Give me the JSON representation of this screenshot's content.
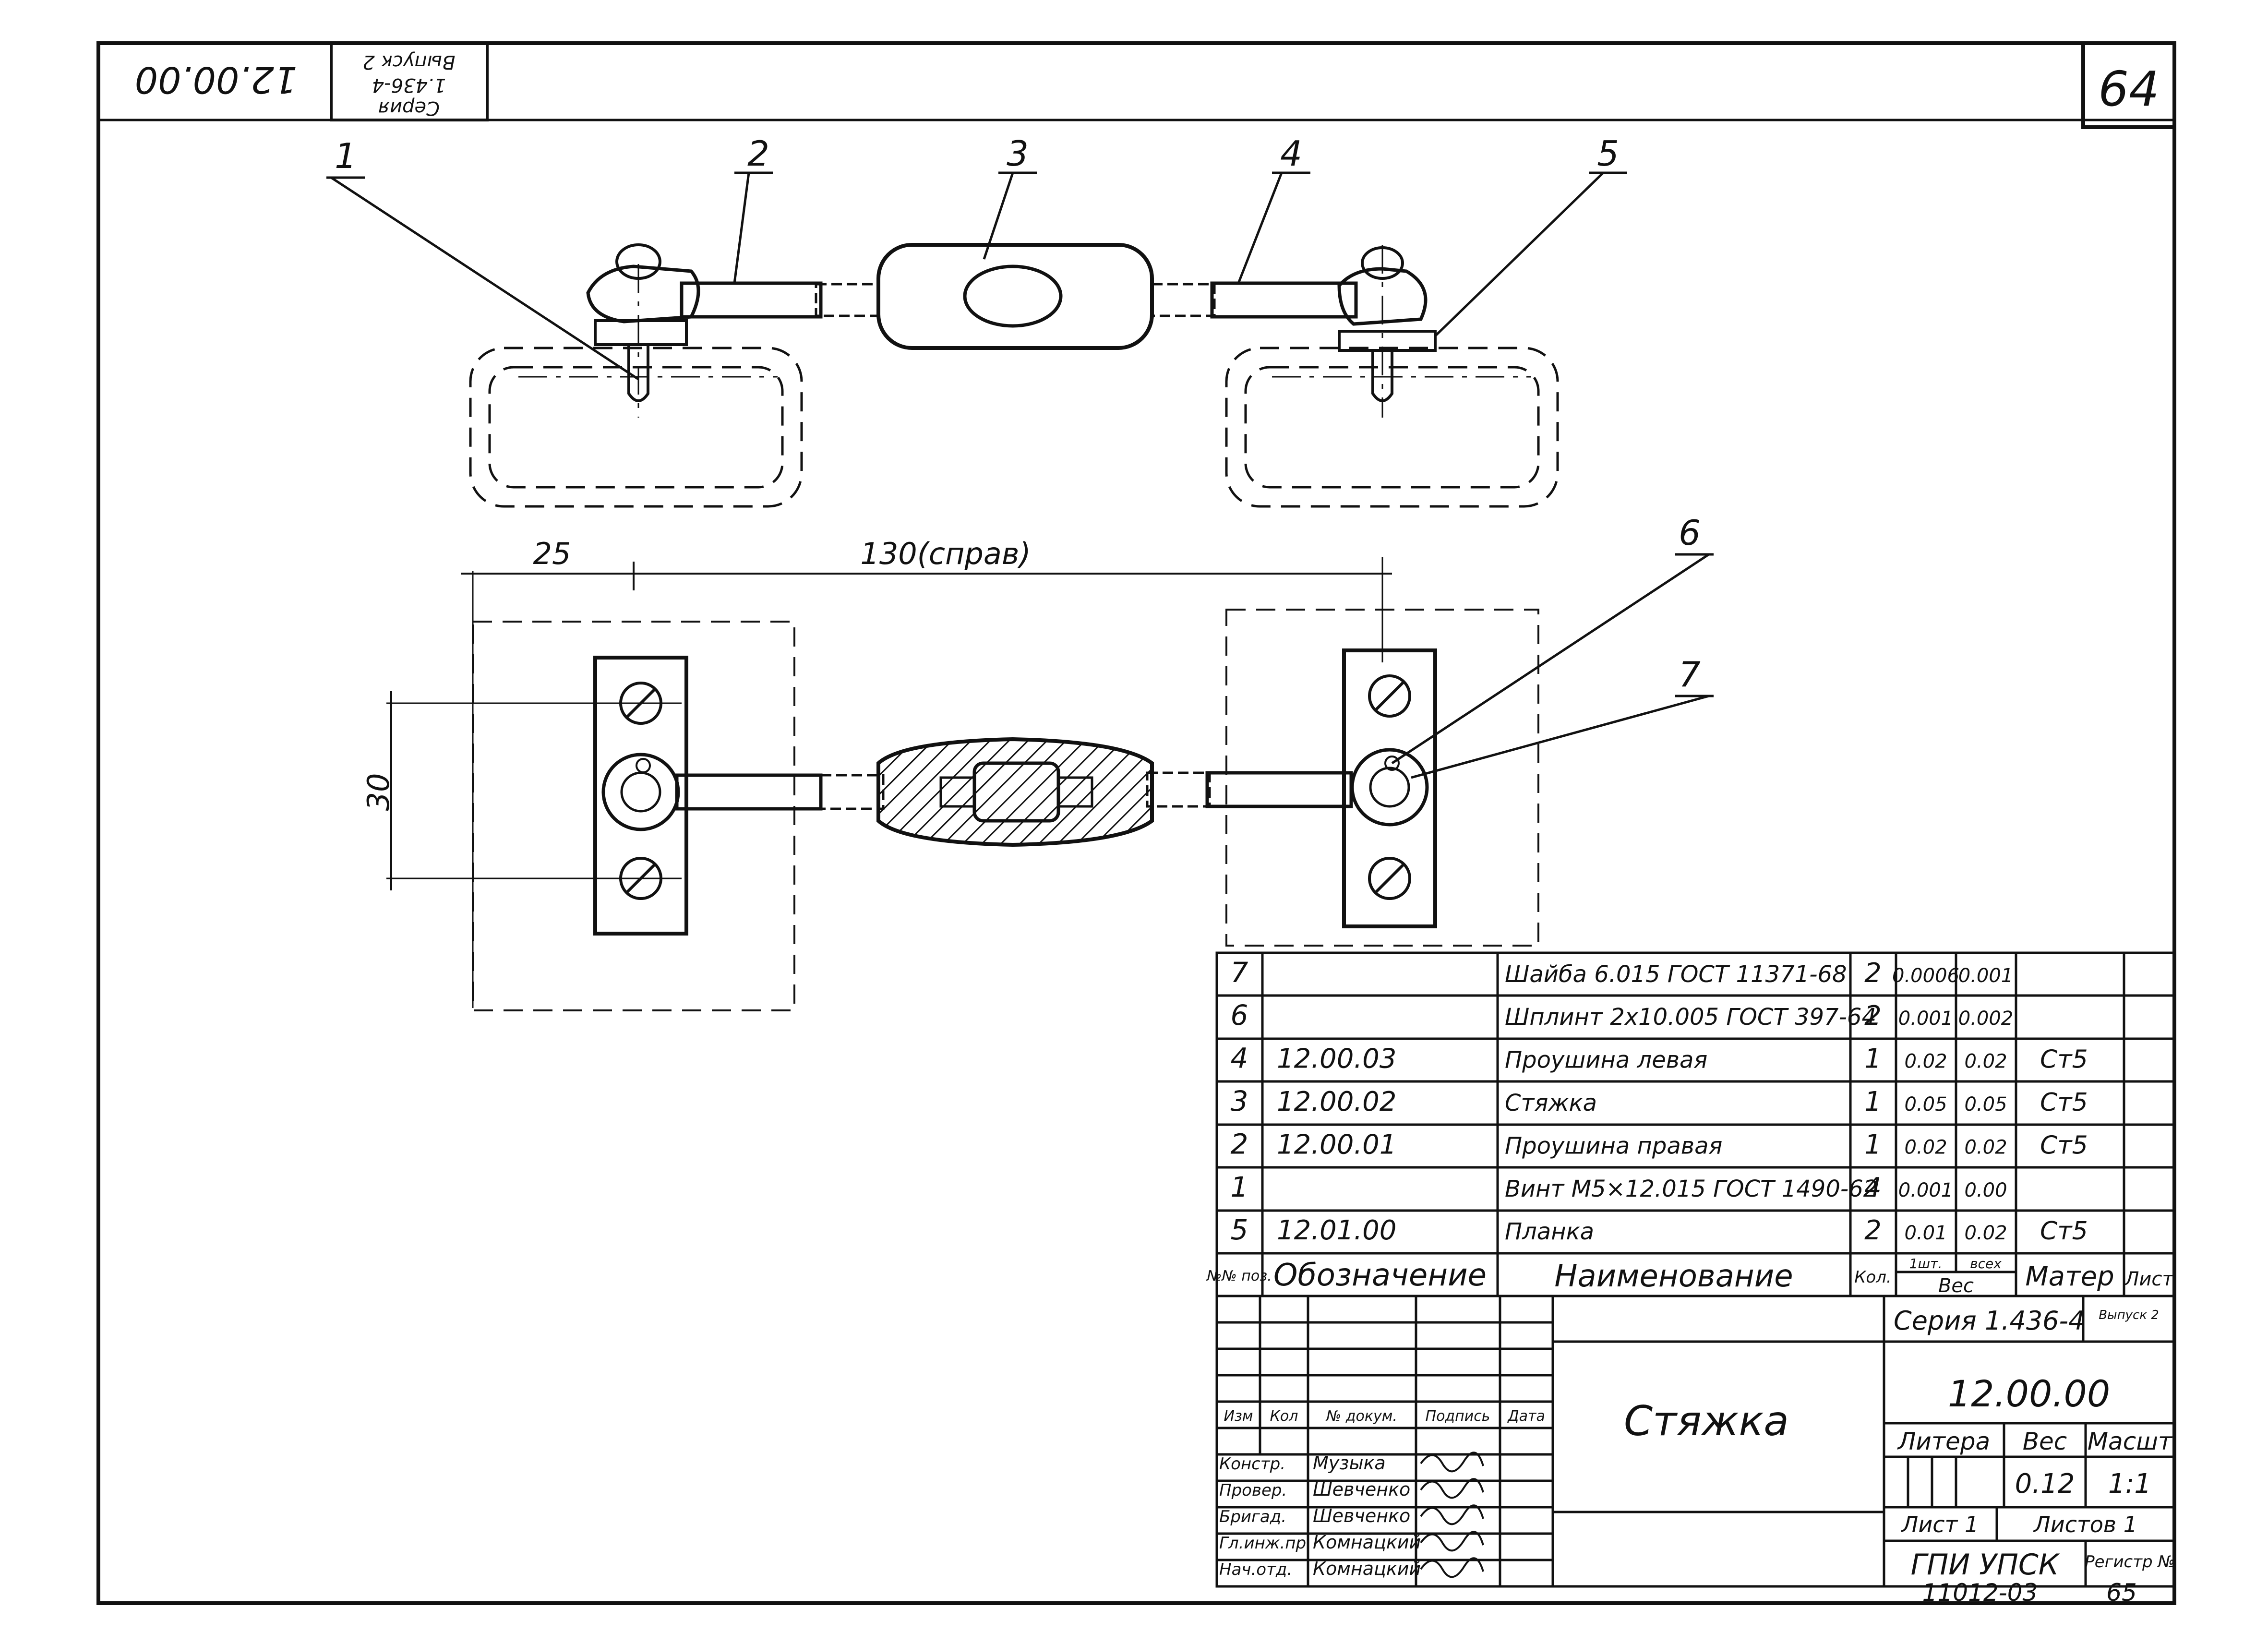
{
  "sheet": {
    "page_number": "64",
    "corner_stamp": {
      "code": "12.00.00",
      "series_line1": "Серия",
      "series_line2": "1.436-4",
      "series_line3": "Выпуск 2"
    }
  },
  "callouts": [
    "1",
    "2",
    "3",
    "4",
    "5",
    "6",
    "7"
  ],
  "dimensions": {
    "left_offset": "25",
    "span": "130(справ)",
    "bolt_spacing": "30"
  },
  "parts_table": {
    "rows": [
      {
        "pos": "7",
        "designation": "",
        "name": "Шайба 6.015 ГОСТ 11371-68",
        "qty": "2",
        "w_unit": "0.0006",
        "w_total": "0.001",
        "material": "",
        "sheet": ""
      },
      {
        "pos": "6",
        "designation": "",
        "name": "Шплинт 2х10.005 ГОСТ 397-64",
        "qty": "2",
        "w_unit": "0.001",
        "w_total": "0.002",
        "material": "",
        "sheet": ""
      },
      {
        "pos": "4",
        "designation": "12.00.03",
        "name": "Проушина левая",
        "qty": "1",
        "w_unit": "0.02",
        "w_total": "0.02",
        "material": "Ст5",
        "sheet": ""
      },
      {
        "pos": "3",
        "designation": "12.00.02",
        "name": "Стяжка",
        "qty": "1",
        "w_unit": "0.05",
        "w_total": "0.05",
        "material": "Ст5",
        "sheet": ""
      },
      {
        "pos": "2",
        "designation": "12.00.01",
        "name": "Проушина правая",
        "qty": "1",
        "w_unit": "0.02",
        "w_total": "0.02",
        "material": "Ст5",
        "sheet": ""
      },
      {
        "pos": "1",
        "designation": "",
        "name": "Винт М5×12.015 ГОСТ 1490-62",
        "qty": "4",
        "w_unit": "0.001",
        "w_total": "0.00",
        "material": "",
        "sheet": ""
      },
      {
        "pos": "5",
        "designation": "12.01.00",
        "name": "Планка",
        "qty": "2",
        "w_unit": "0.01",
        "w_total": "0.02",
        "material": "Ст5",
        "sheet": ""
      }
    ],
    "header": {
      "pos": "№№ поз.",
      "designation": "Обозначение",
      "name": "Наименование",
      "qty": "Кол.",
      "w_unit": "1шт.",
      "w_total": "всех",
      "weight": "Вес",
      "material": "Матер",
      "sheet": "Лист"
    }
  },
  "title_block": {
    "series": "Серия 1.436-4",
    "issue": "Выпуск 2",
    "code": "12.00.00",
    "title": "Стяжка",
    "litera_label": "Литера",
    "weight_label": "Вес",
    "scale_label": "Масшт",
    "weight_value": "0.12",
    "scale_value": "1:1",
    "sheet_label": "Лист 1",
    "sheets_label": "Листов 1",
    "org": "ГПИ УПСК",
    "register_label": "Регистр №",
    "archive_number": "11012-03",
    "archive_page": "65",
    "col_labels": [
      "Изм",
      "Кол",
      "№ докум.",
      "Подпись",
      "Дата"
    ],
    "people": [
      {
        "role": "Констр.",
        "name": "Музыка"
      },
      {
        "role": "Провер.",
        "name": "Шевченко"
      },
      {
        "role": "Бригад.",
        "name": "Шевченко"
      },
      {
        "role": "Гл.инж.пр.",
        "name": "Комнацкий"
      },
      {
        "role": "Нач.отд.",
        "name": "Комнацкий"
      }
    ]
  }
}
